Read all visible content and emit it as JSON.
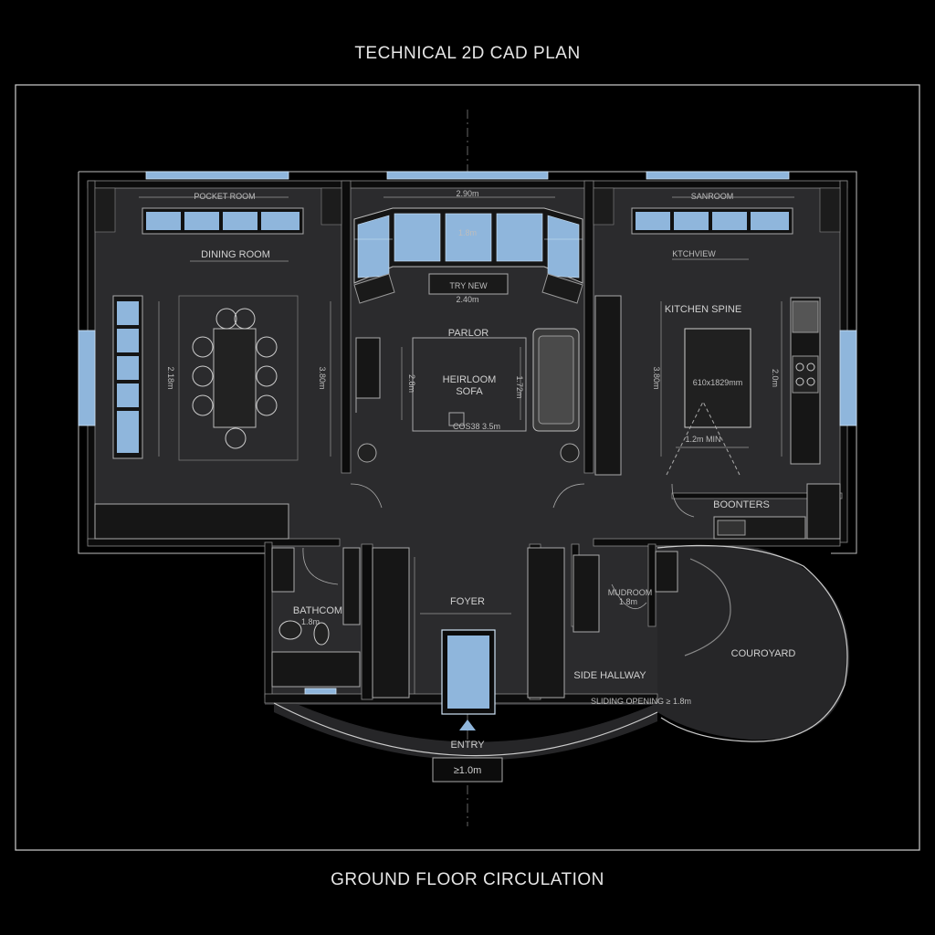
{
  "page": {
    "title": "TECHNICAL 2D CAD PLAN",
    "subtitle": "GROUND FLOOR CIRCULATION"
  },
  "colors": {
    "background": "#000000",
    "floor": "#2b2b2d",
    "wall": "#0c0c0c",
    "line": "#9a9a9a",
    "glass": "#8fb6dc"
  },
  "rooms": {
    "pocket_room": "POCKET ROOM",
    "dining_room": "DINING ROOM",
    "bay_window": "TRY NEW",
    "parlor": "PARLOR",
    "heirloom_sofa_line1": "HEIRLOOM",
    "heirloom_sofa_line2": "SOFA",
    "sunroom": "SANROOM",
    "kitchen_view": "KTCHVIEW",
    "kitchen_spine": "KITCHEN SPINE",
    "counters": "BOONTERS",
    "bathroom": "BATHCOM",
    "foyer": "FOYER",
    "mudroom": "MUDROOM",
    "courtyard": "COUROYARD",
    "side_hallway": "SIDE HALLWAY",
    "entry": "ENTRY"
  },
  "dimensions": {
    "parlor_top_width": "2.90m",
    "bay_inner": "1.8m",
    "bay_depth": "2.40m",
    "dining_depth": "2.18m",
    "dining_right": "3.80m",
    "parlor_left": "2.8m",
    "parlor_right": "1.72m",
    "coffee_table": "COS38 3.5m",
    "kitchen_island": "610x1829mm",
    "kitchen_left": "3.80m",
    "kitchen_right": "2.0m",
    "kitchen_clearance": "1.2m MIN",
    "bathroom_size": "1.8m",
    "mudroom_size": "1.8m",
    "sliding_opening": "SLIDING OPENING ≥ 1.8m",
    "entry_width": "≥1.0m"
  },
  "icons": {
    "entry_arrow": "triangle-up-icon",
    "stove": "cooktop-icon",
    "sink": "sink-icon",
    "toilet": "toilet-icon",
    "plant": "plant-icon"
  }
}
